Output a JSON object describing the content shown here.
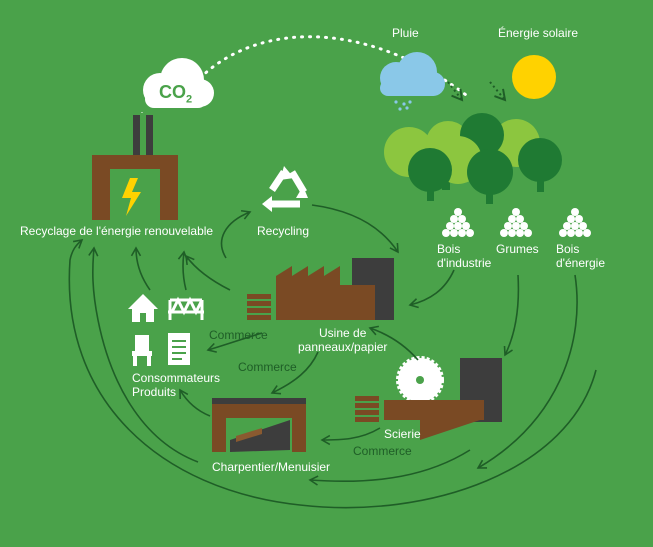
{
  "labels": {
    "pluie": "Pluie",
    "energie_solaire": "Énergie solaire",
    "co2": "CO",
    "co2_sub": "2",
    "recyclage_energie": "Recyclage de l'énergie renouvelable",
    "recycling": "Recycling",
    "bois_industrie_l1": "Bois",
    "bois_industrie_l2": "d'industrie",
    "grumes": "Grumes",
    "bois_energie_l1": "Bois",
    "bois_energie_l2": "d'énergie",
    "usine_l1": "Usine de",
    "usine_l2": "panneaux/papier",
    "commerce_1": "Commerce",
    "commerce_2": "Commerce",
    "commerce_3": "Commerce",
    "consommateurs_l1": "Consommateurs",
    "consommateurs_l2": "Produits",
    "scierie": "Scierie",
    "charpentier": "Charpentier/Menuisier"
  },
  "colors": {
    "background": "#4aa24a",
    "brown": "#7a4a24",
    "dark_grey": "#3d3d3d",
    "tree_dark": "#1f7a33",
    "tree_light": "#8cc63f",
    "sun": "#ffd200",
    "cloud": "#8ac8e8",
    "white": "#ffffff",
    "arrow_dark": "#1f5e27"
  }
}
